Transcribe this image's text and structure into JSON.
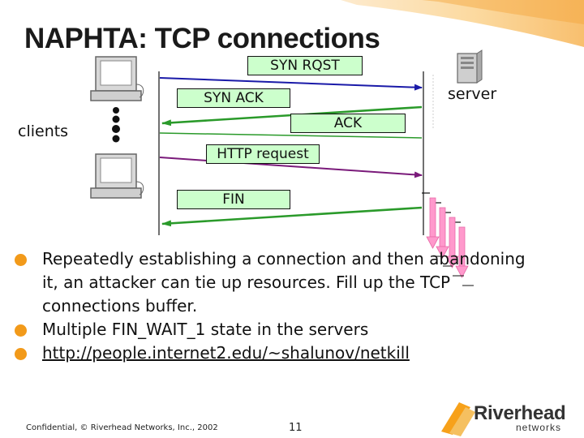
{
  "slide": {
    "title": "NAPHTA: TCP connections",
    "footer": "Confidential, © Riverhead Networks, Inc., 2002",
    "page_number": "11"
  },
  "diagram": {
    "clients_label": "clients",
    "server_label": "server",
    "messages": {
      "syn_rqst": "SYN  RQST",
      "syn_ack": "SYN ACK",
      "ack": "ACK",
      "http_request": "HTTP request",
      "fin": "FIN"
    }
  },
  "bullets": [
    "Repeatedly establishing a connection and then abandoning it, an attacker can tie up resources. Fill up the TCP connections buffer.",
    "Multiple FIN_WAIT_1 state in the servers",
    "http://people.internet2.edu/~shalunov/netkill"
  ],
  "logo": {
    "name": "Riverhead",
    "subtitle": "networks"
  },
  "colors": {
    "message_box": "#ccffcc",
    "bullet": "#f29a1a",
    "syn_arrow": "#1a1aa8",
    "synack_arrow": "#2a9a2a",
    "http_arrow": "#7a1a7a",
    "fin_arrow": "#2a9a2a",
    "fin_wait_arrows": "#ff99cc"
  }
}
